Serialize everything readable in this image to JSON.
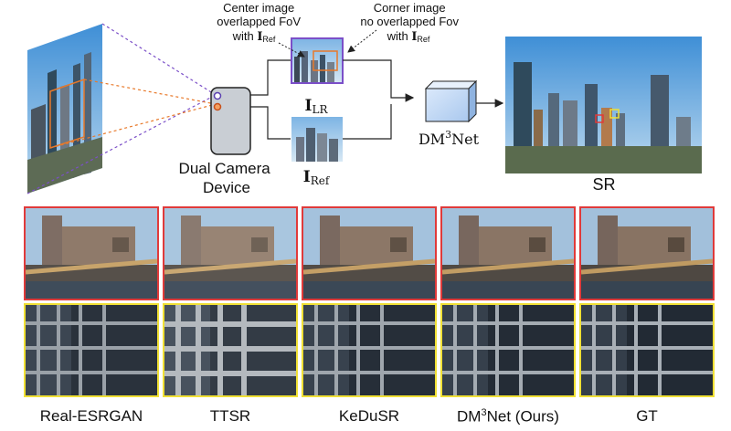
{
  "diagram": {
    "center_note": [
      "Center image",
      "overlapped FoV",
      "with "
    ],
    "corner_note": [
      "Corner image",
      "no overlapped Fov",
      "with "
    ],
    "ref_symbol": "I",
    "ref_sub": "Ref",
    "lr_sub": "LR",
    "device_label": [
      "Dual Camera",
      "Device"
    ],
    "net_label": "DM",
    "net_sup": "3",
    "net_suffix": "Net",
    "sr_label": "SR"
  },
  "methods": [
    {
      "name": "Real-ESRGAN"
    },
    {
      "name": "TTSR"
    },
    {
      "name": "KeDuSR"
    },
    {
      "name": "DM",
      "sup": "3",
      "suffix": "Net (Ours)"
    },
    {
      "name": "GT"
    }
  ],
  "colors": {
    "red_frame": "#e03a3a",
    "yellow_frame": "#f0e034",
    "purple_dash": "#7b4fc8",
    "orange_dash": "#e8792a"
  }
}
